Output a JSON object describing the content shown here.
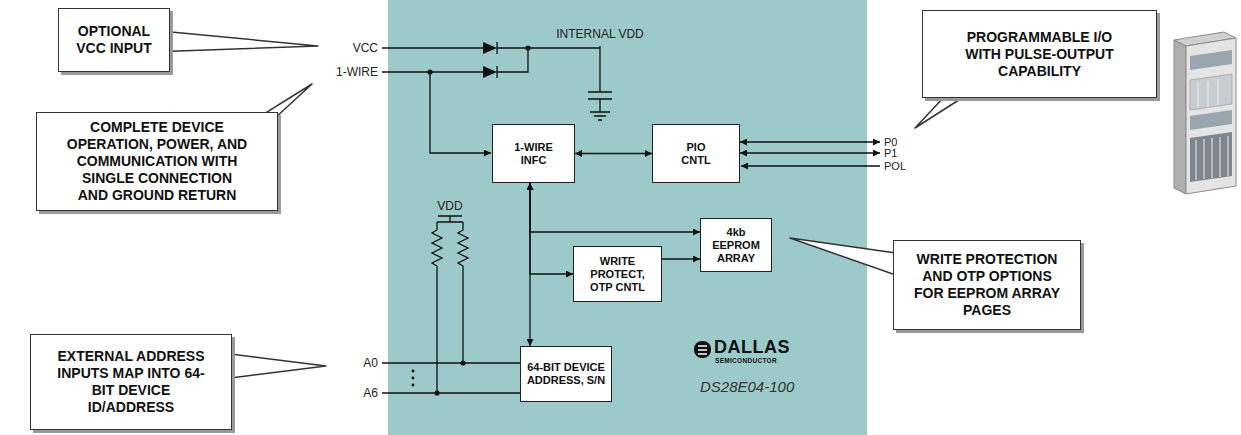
{
  "diagram": {
    "nodes": [
      {
        "text": [
          "OPTIONAL VCC INPUT"
        ]
      },
      {
        "text": [
          "DS28E04-100"
        ]
      },
      {
        "text": [
          "1-WIRE INFC"
        ],
        "in": 1
      },
      {
        "text": [
          "PIO CNTL"
        ],
        "in": 1
      },
      {
        "text": [
          "PROGRAMMABLE I/O WITH PULSE-OUTPUT CAPABILITY"
        ]
      },
      {
        "text": [
          "COMPLETE DEVICE OPERATION, POWER, AND COMMUNICATION WITH SINGLE CONNECTION AND GROUND RETURN"
        ]
      },
      {
        "text": [
          "4kb EEPROM ARRAY"
        ],
        "in": 1
      },
      {
        "text": [
          "WRITE PROTECT, OTP CNTL"
        ],
        "in": 1
      },
      {
        "text": [
          "WRITE PROTECTION AND OTP OPTIONS FOR EEPROM ARRAY PAGES"
        ]
      },
      {
        "text": [
          "EXTERNAL ADDRESS INPUTS MAP INTO 64-BIT DEVICE ID/ADDRESS"
        ]
      },
      {
        "text": [
          "64-BIT DEVICE ADDRESS, S/N"
        ],
        "in": 1
      }
    ],
    "edges": [
      {
        "from": 2,
        "to": 3,
        "arrow": "both"
      },
      {
        "from": 2,
        "to": 10,
        "arrow": "both"
      },
      {
        "from": 2,
        "to": 6,
        "arrow": "both"
      },
      {
        "from": 2,
        "to": 7,
        "arrow": "to"
      },
      {
        "from": 7,
        "to": 6,
        "arrow": "to"
      }
    ],
    "labels": [
      "VCC",
      "1-WIRE",
      "INTERNAL VDD",
      "VDD",
      "A0",
      "A6",
      "P0",
      "P1",
      "POL",
      "DALLAS",
      "SEMICONDUCTOR"
    ]
  }
}
